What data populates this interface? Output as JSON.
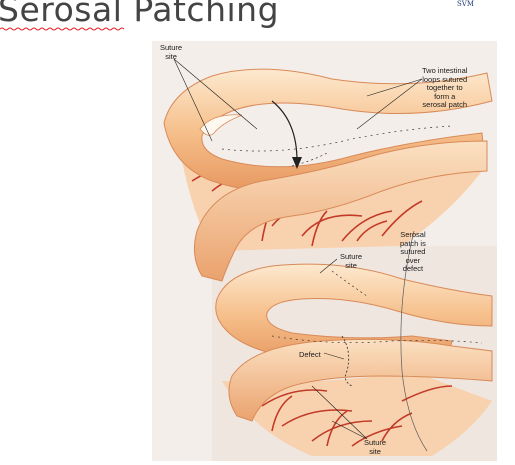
{
  "slide": {
    "title": "Serosal Patching",
    "logo_text": "SVM"
  },
  "figure": {
    "labels": {
      "suture_site_top": [
        "Suture",
        "site"
      ],
      "two_loops": [
        "Two intestinal",
        "loops sutured",
        "together to",
        "form a",
        "serosal patch"
      ],
      "serosal_patch": [
        "Serosal",
        "patch is",
        "sutured",
        "over",
        "defect"
      ],
      "suture_site_mid": [
        "Suture",
        "site"
      ],
      "defect": "Defect",
      "suture_site_bottom": [
        "Suture",
        "site"
      ]
    }
  },
  "colors": {
    "title": "#444444",
    "panel": "#f4eeea",
    "intestine_light": "#fbe2c4",
    "intestine_mid": "#f2b27c",
    "intestine_dark": "#d8875a",
    "vessel": "#c23a28",
    "mesentery": "#f7cda8"
  }
}
